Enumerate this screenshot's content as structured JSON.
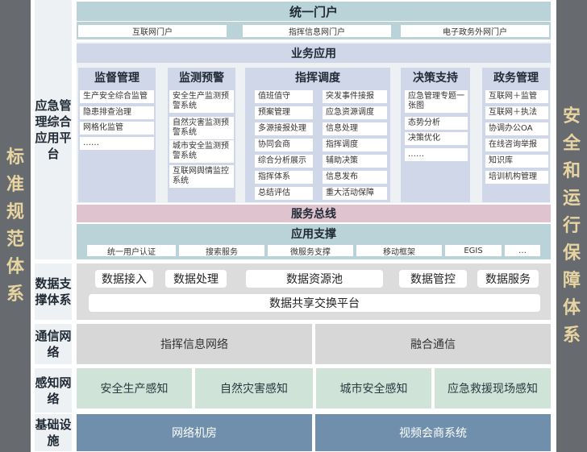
{
  "left_side": [
    "标",
    "准",
    "规",
    "范",
    "体",
    "系"
  ],
  "right_side": [
    "安",
    "全",
    "和",
    "运",
    "行",
    "保",
    "障",
    "体",
    "系"
  ],
  "labels": {
    "platform": [
      "应急",
      "管理",
      "综合",
      "应用",
      "平台"
    ],
    "data": [
      "数据",
      "支撑",
      "体系"
    ],
    "comm": [
      "通信",
      "网络"
    ],
    "sense": [
      "感知",
      "网络"
    ],
    "infra": [
      "基础",
      "设施"
    ]
  },
  "portal": {
    "title": "统一门户",
    "items": [
      "互联网门户",
      "指挥信息网门户",
      "电子政务外网门户"
    ]
  },
  "business": {
    "title": "业务应用",
    "columns": [
      {
        "title": "监督管理",
        "items": [
          "生产安全综合监管",
          "隐患排查治理",
          "网格化监管",
          "……"
        ]
      },
      {
        "title": "监测预警",
        "items": [
          "安全生产监测预警系统",
          "自然灾害监测预警系统",
          "城市安全监测预警系统",
          "互联网舆情监控系统"
        ]
      },
      {
        "title": "指挥调度",
        "left": [
          "值班值守",
          "预案管理",
          "多源接报处理",
          "协同会商",
          "综合分析展示",
          "指挥体系",
          "总结评估"
        ],
        "right": [
          "突发事件接报",
          "应急资源调度",
          "信息处理",
          "指挥调度",
          "辅助决策",
          "信息发布",
          "重大活动保障"
        ]
      },
      {
        "title": "决策支持",
        "items": [
          "应急管理专题一张图",
          "态势分析",
          "决策优化",
          "……"
        ]
      },
      {
        "title": "政务管理",
        "items": [
          "互联网＋监管",
          "互联网＋执法",
          "协调办公OA",
          "在线咨询举报",
          "知识库",
          "培训机构管理"
        ]
      }
    ]
  },
  "bus": {
    "title": "服务总线"
  },
  "support": {
    "title": "应用支撑",
    "items": [
      "统一用户认证",
      "搜索服务",
      "微服务支撑",
      "移动框架",
      "EGIS",
      "…"
    ]
  },
  "data": {
    "items": [
      "数据接入",
      "数据处理",
      "数据资源池",
      "数据管控",
      "数据服务"
    ],
    "exchange": "数据共享交换平台"
  },
  "comm": {
    "items": [
      "指挥信息网络",
      "融合通信"
    ]
  },
  "sense": {
    "items": [
      "安全生产感知",
      "自然灾害感知",
      "城市安全感知",
      "应急救援现场感知"
    ]
  },
  "infra": {
    "items": [
      "网络机房",
      "视频会商系统"
    ]
  }
}
